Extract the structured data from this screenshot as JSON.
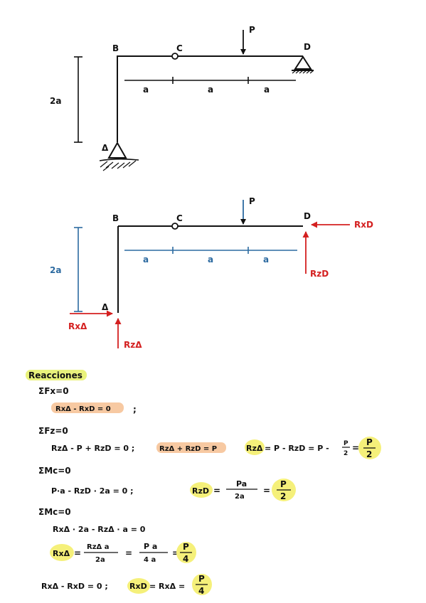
{
  "colors": {
    "ink": "#111111",
    "red": "#d42020",
    "blue": "#2c6aa0",
    "highlight_orange": "#f7c9a2",
    "highlight_yellow": "#f5f07a"
  },
  "diagram1": {
    "labels": {
      "B": "B",
      "C": "C",
      "D": "D",
      "A": "Δ",
      "P": "P",
      "height": "2a",
      "seg1": "a",
      "seg2": "a",
      "seg3": "a"
    }
  },
  "diagram2": {
    "labels": {
      "B": "B",
      "C": "C",
      "D": "D",
      "A": "Δ",
      "P": "P",
      "height": "2a",
      "seg1": "a",
      "seg2": "a",
      "seg3": "a",
      "RxD": "RxD",
      "RzD": "RzD",
      "RxA": "RxΔ",
      "RzA": "RzΔ"
    }
  },
  "reactions": {
    "heading": "Reacciones",
    "sumFx": "ΣFx=0",
    "eq_fx": "RxΔ - RxD = 0",
    "eq_fx_tail": ";",
    "sumFz": "ΣFz=0",
    "eq_fz": "RzΔ - P + RzD = 0 ;",
    "eq_fz_h": "RzΔ + RzD = P",
    "eq_fz_res_a": "RzΔ",
    "eq_fz_res_b": "= P - RzD = P -",
    "eq_fz_frac_num": "P",
    "eq_fz_frac_den": "2",
    "eq_fz_res_eq": "=",
    "eq_fz_res_num": "P",
    "eq_fz_res_den": "2",
    "sumMc1": "ΣMc=0",
    "eq_mc1": "P·a - RzD · 2a = 0 ;",
    "eq_mc1_res_a": "RzD",
    "eq_mc1_res_eq": "=",
    "eq_mc1_frac_num": "Pa",
    "eq_mc1_frac_den": "2a",
    "eq_mc1_res_eq2": "=",
    "eq_mc1_res_num": "P",
    "eq_mc1_res_den": "2",
    "sumMc2": "ΣMc=0",
    "eq_mc2": "RxΔ · 2a - RzΔ · a = 0",
    "eq_rxa_a": "RxΔ",
    "eq_rxa_eq": "=",
    "eq_rxa_f1_num": "RzΔ a",
    "eq_rxa_f1_den": "2a",
    "eq_rxa_eq2": "=",
    "eq_rxa_f2_num": "P a",
    "eq_rxa_f2_den": "4 a",
    "eq_rxa_eq3": "=",
    "eq_rxa_f3_num": "P",
    "eq_rxa_f3_den": "4",
    "eq_last": "RxΔ - RxD = 0 ;",
    "eq_last_a": "RxD",
    "eq_last_b": "= RxΔ =",
    "eq_last_num": "P",
    "eq_last_den": "4"
  }
}
